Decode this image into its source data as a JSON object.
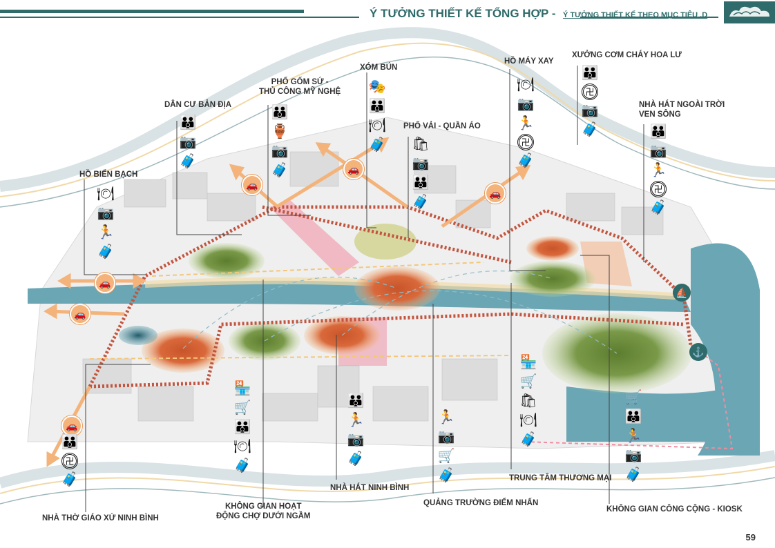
{
  "header": {
    "title": "Ý TƯỞNG THIẾT KẾ TỔNG HỢP",
    "separator": "-",
    "subtitle": "Ý TƯỞNG THIẾT KẾ THEO MỤC TIÊU .D"
  },
  "page_number": "59",
  "colors": {
    "accent": "#2f6b6a",
    "orange_zone": "#d9683a",
    "green_zone": "#6a8f3a",
    "pink_zone": "#f08ca0",
    "river": "#5a9ab0",
    "route": "#c2553f",
    "arrow": "#f3b37a"
  },
  "labels": {
    "ho_bien_bach": "HỒ BIỂN BẠCH",
    "dan_cu_ban_dia": "DÂN CƯ BẢN ĐỊA",
    "pho_gom_su_1": "PHỐ GỐM SỨ -",
    "pho_gom_su_2": "THỦ CÔNG MỸ NGHỆ",
    "xom_bun": "XÓM BÚN",
    "pho_vai": "PHỐ VẢI - QUẦN ÁO",
    "ho_may_xay": "HỒ MÁY XAY",
    "xuong_com": "XƯỞNG CƠM CHÁY HOA LƯ",
    "nha_hat_ngoai_troi_1": "NHÀ HÁT NGOÀI TRỜI",
    "nha_hat_ngoai_troi_2": "VEN SÔNG",
    "nha_tho": "NHÀ THỜ GIÁO XỨ NINH BÌNH",
    "khong_gian_cho_1": "KHÔNG GIAN HOẠT",
    "khong_gian_cho_2": "ĐỘNG CHỢ DƯỚI NGẦM",
    "nha_hat_ninh_binh": "NHÀ HÁT NINH BÌNH",
    "quang_truong": "QUẢNG TRƯỜNG ĐIỂM NHẤN",
    "trung_tam_thuong_mai": "TRUNG TÂM THƯƠNG MẠI",
    "khong_gian_cong_cong": "KHÔNG GIAN CÔNG CỘNG - KIOSK"
  },
  "icons": {
    "family": "👪",
    "traveler": "🧳",
    "photographer": "📷",
    "vase": "🏺",
    "dining": "🍽",
    "running": "🏃",
    "shopping": "🛍",
    "cinema": "🎭",
    "seal": "卍",
    "car": "🚗",
    "boat": "⛵",
    "anchor": "⚓",
    "kiosk": "🛒",
    "market": "🏪"
  }
}
